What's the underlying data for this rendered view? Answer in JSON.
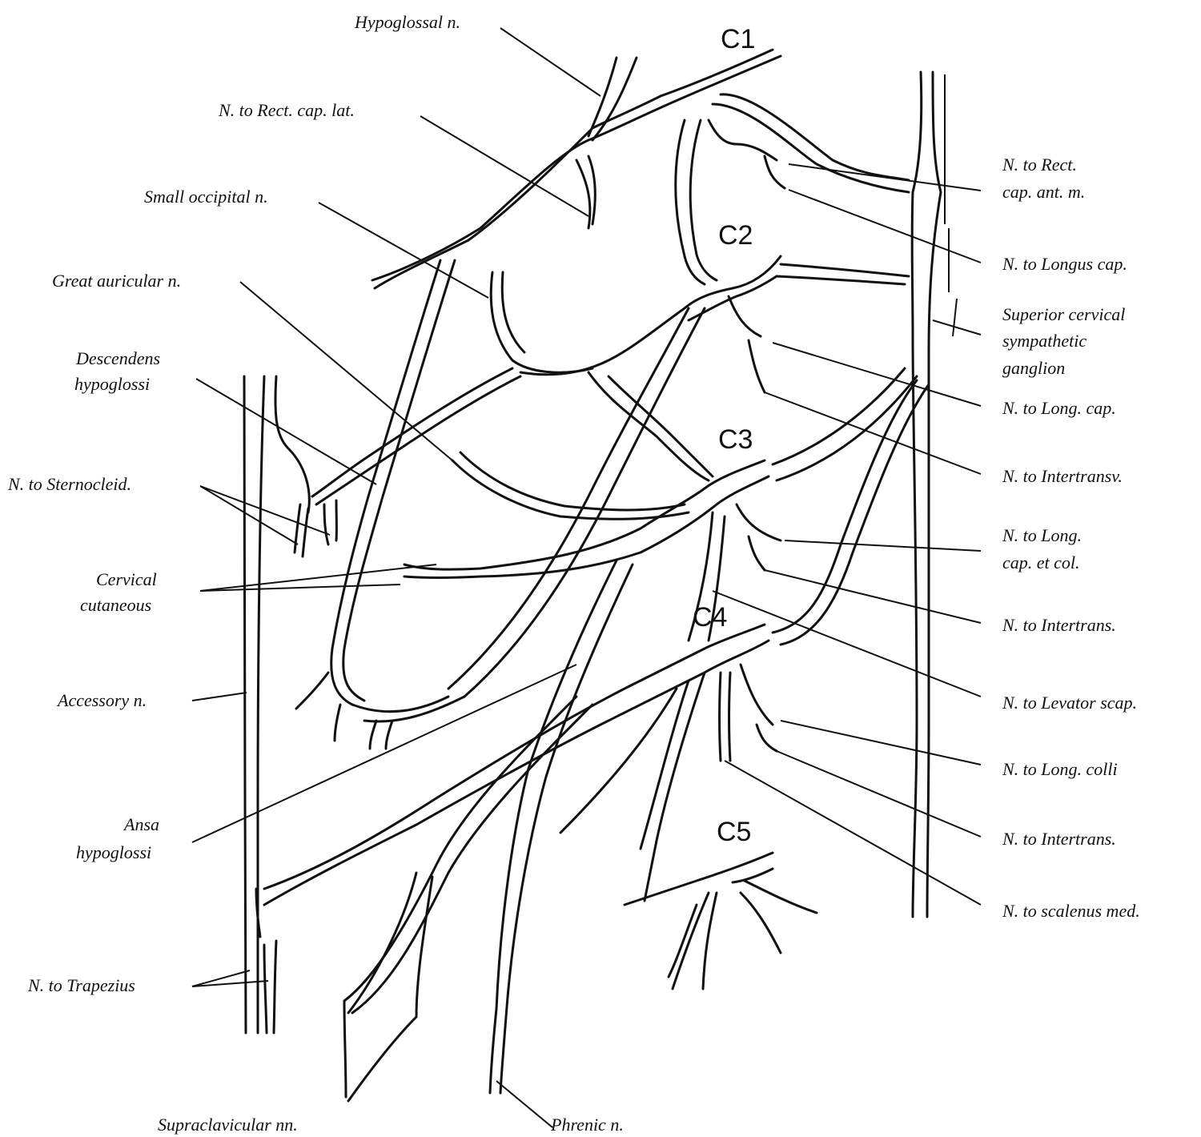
{
  "roots": {
    "c1": "C1",
    "c2": "C2",
    "c3": "C3",
    "c4": "C4",
    "c5": "C5"
  },
  "labels_left": {
    "hypoglossal": "Hypoglossal n.",
    "rect_cap_lat": "N. to Rect. cap. lat.",
    "small_occipital": "Small occipital n.",
    "great_auricular": "Great auricular n.",
    "descendens_line1": "Descendens",
    "descendens_line2": "hypoglossi",
    "sternocleid": "N. to Sternocleid.",
    "cervical_line1": "Cervical",
    "cervical_line2": "cutaneous",
    "accessory": "Accessory n.",
    "ansa_line1": "Ansa",
    "ansa_line2": "hypoglossi",
    "trapezius": "N. to Trapezius",
    "supraclavicular": "Supraclavicular nn.",
    "phrenic": "Phrenic n."
  },
  "labels_right": {
    "rect_cap_ant_line1": "N. to Rect.",
    "rect_cap_ant_line2": "cap. ant. m.",
    "longus_cap": "N. to Longus cap.",
    "sympathetic_line1": "Superior cervical",
    "sympathetic_line2": "sympathetic",
    "sympathetic_line3": "ganglion",
    "long_cap": "N. to Long. cap.",
    "intertransv": "N. to Intertransv.",
    "long_cap_col_line1": "N. to Long.",
    "long_cap_col_line2": "cap. et col.",
    "intertrans_1": "N. to Intertrans.",
    "levator_scap": "N. to Levator scap.",
    "long_colli": "N. to Long. colli",
    "intertrans_2": "N. to Intertrans.",
    "scalenus_med": "N. to scalenus med."
  }
}
